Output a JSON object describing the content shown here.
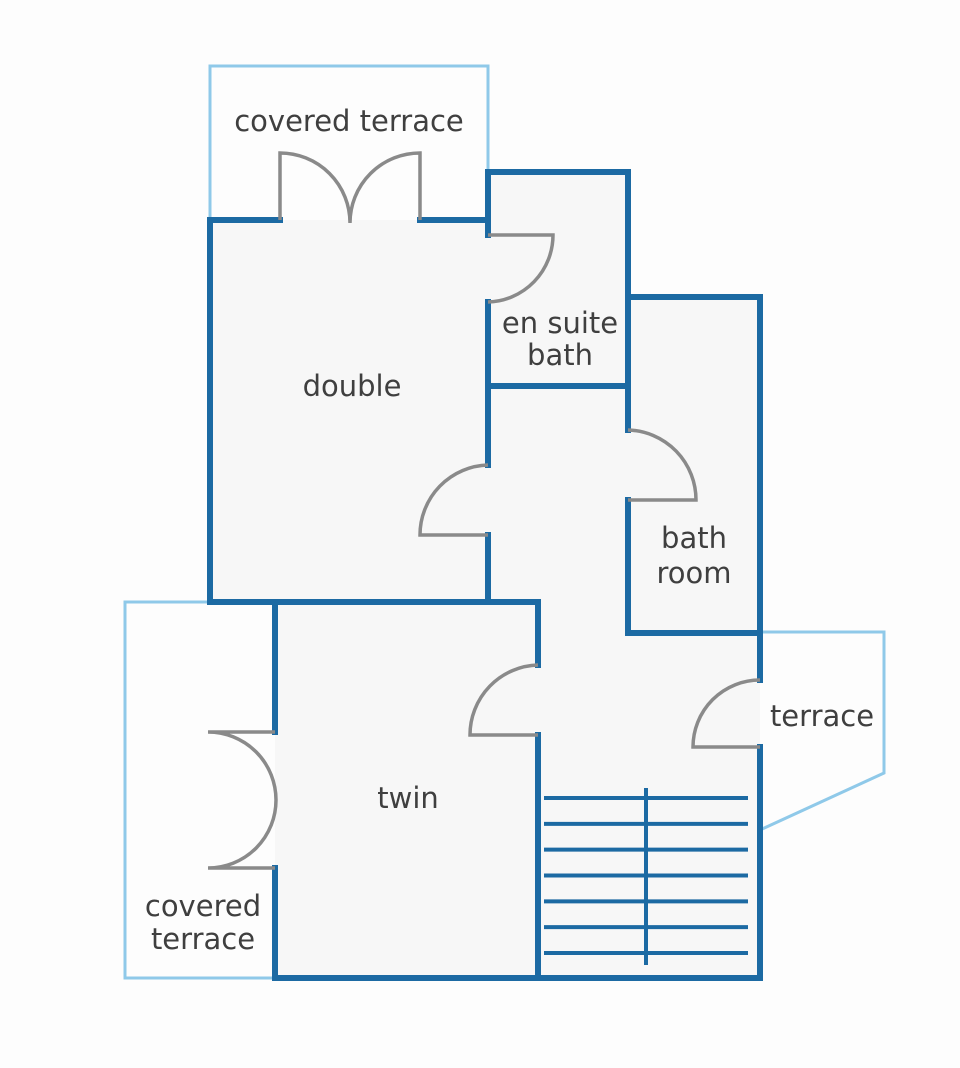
{
  "colors": {
    "background": "#fdfdfd",
    "floor": "#f7f7f7",
    "interior_wall": "#1c6aa3",
    "terrace_outline": "#8fc9e9",
    "door": "#8a8a8a",
    "label_text": "#3f3f3f"
  },
  "rooms": {
    "covered_terrace_top": "covered terrace",
    "en_suite_line1": "en suite",
    "en_suite_line2": "bath",
    "double": "double",
    "bathroom_line1": "bath",
    "bathroom_line2": "room",
    "terrace": "terrace",
    "twin": "twin",
    "covered_terrace_left_line1": "covered",
    "covered_terrace_left_line2": "terrace"
  },
  "staircase": {
    "steps": 7
  }
}
